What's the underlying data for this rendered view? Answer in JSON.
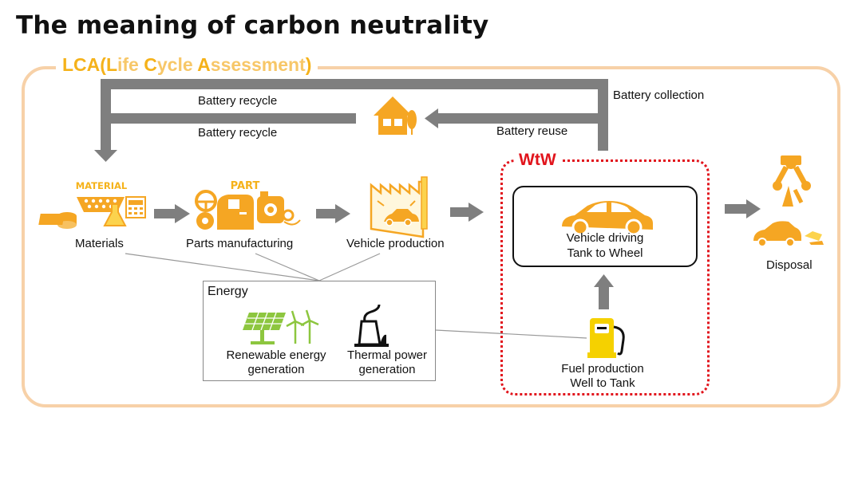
{
  "title": "The meaning of carbon neutrality",
  "lca": {
    "title": "LCA(Life Cycle Assessment)"
  },
  "labels": {
    "battery_recycle_1": "Battery recycle",
    "battery_recycle_2": "Battery recycle",
    "battery_collection": "Battery collection",
    "battery_reuse": "Battery reuse",
    "materials": "Materials",
    "parts_manufacturing": "Parts manufacturing",
    "vehicle_production": "Vehicle production",
    "vehicle_driving": "Vehicle driving",
    "tank_to_wheel": "Tank to Wheel",
    "disposal": "Disposal",
    "fuel_production": "Fuel production",
    "well_to_tank": "Well to Tank",
    "energy": "Energy",
    "renewable_1": "Renewable energy",
    "renewable_2": "generation",
    "thermal_1": "Thermal power",
    "thermal_2": "generation"
  },
  "icon_text": {
    "material": "MATERIAL",
    "part": "PART"
  },
  "wtw": {
    "title": "WtW"
  },
  "colors": {
    "accent": "#f5b21a",
    "icon_orange": "#f5a623",
    "icon_yellow": "#fcd34d",
    "lca_frame": "#f7d1a8",
    "wtw_red": "#e1141c",
    "arrow_gray": "#7f7f7f",
    "renewable_green": "#8dc63f"
  }
}
